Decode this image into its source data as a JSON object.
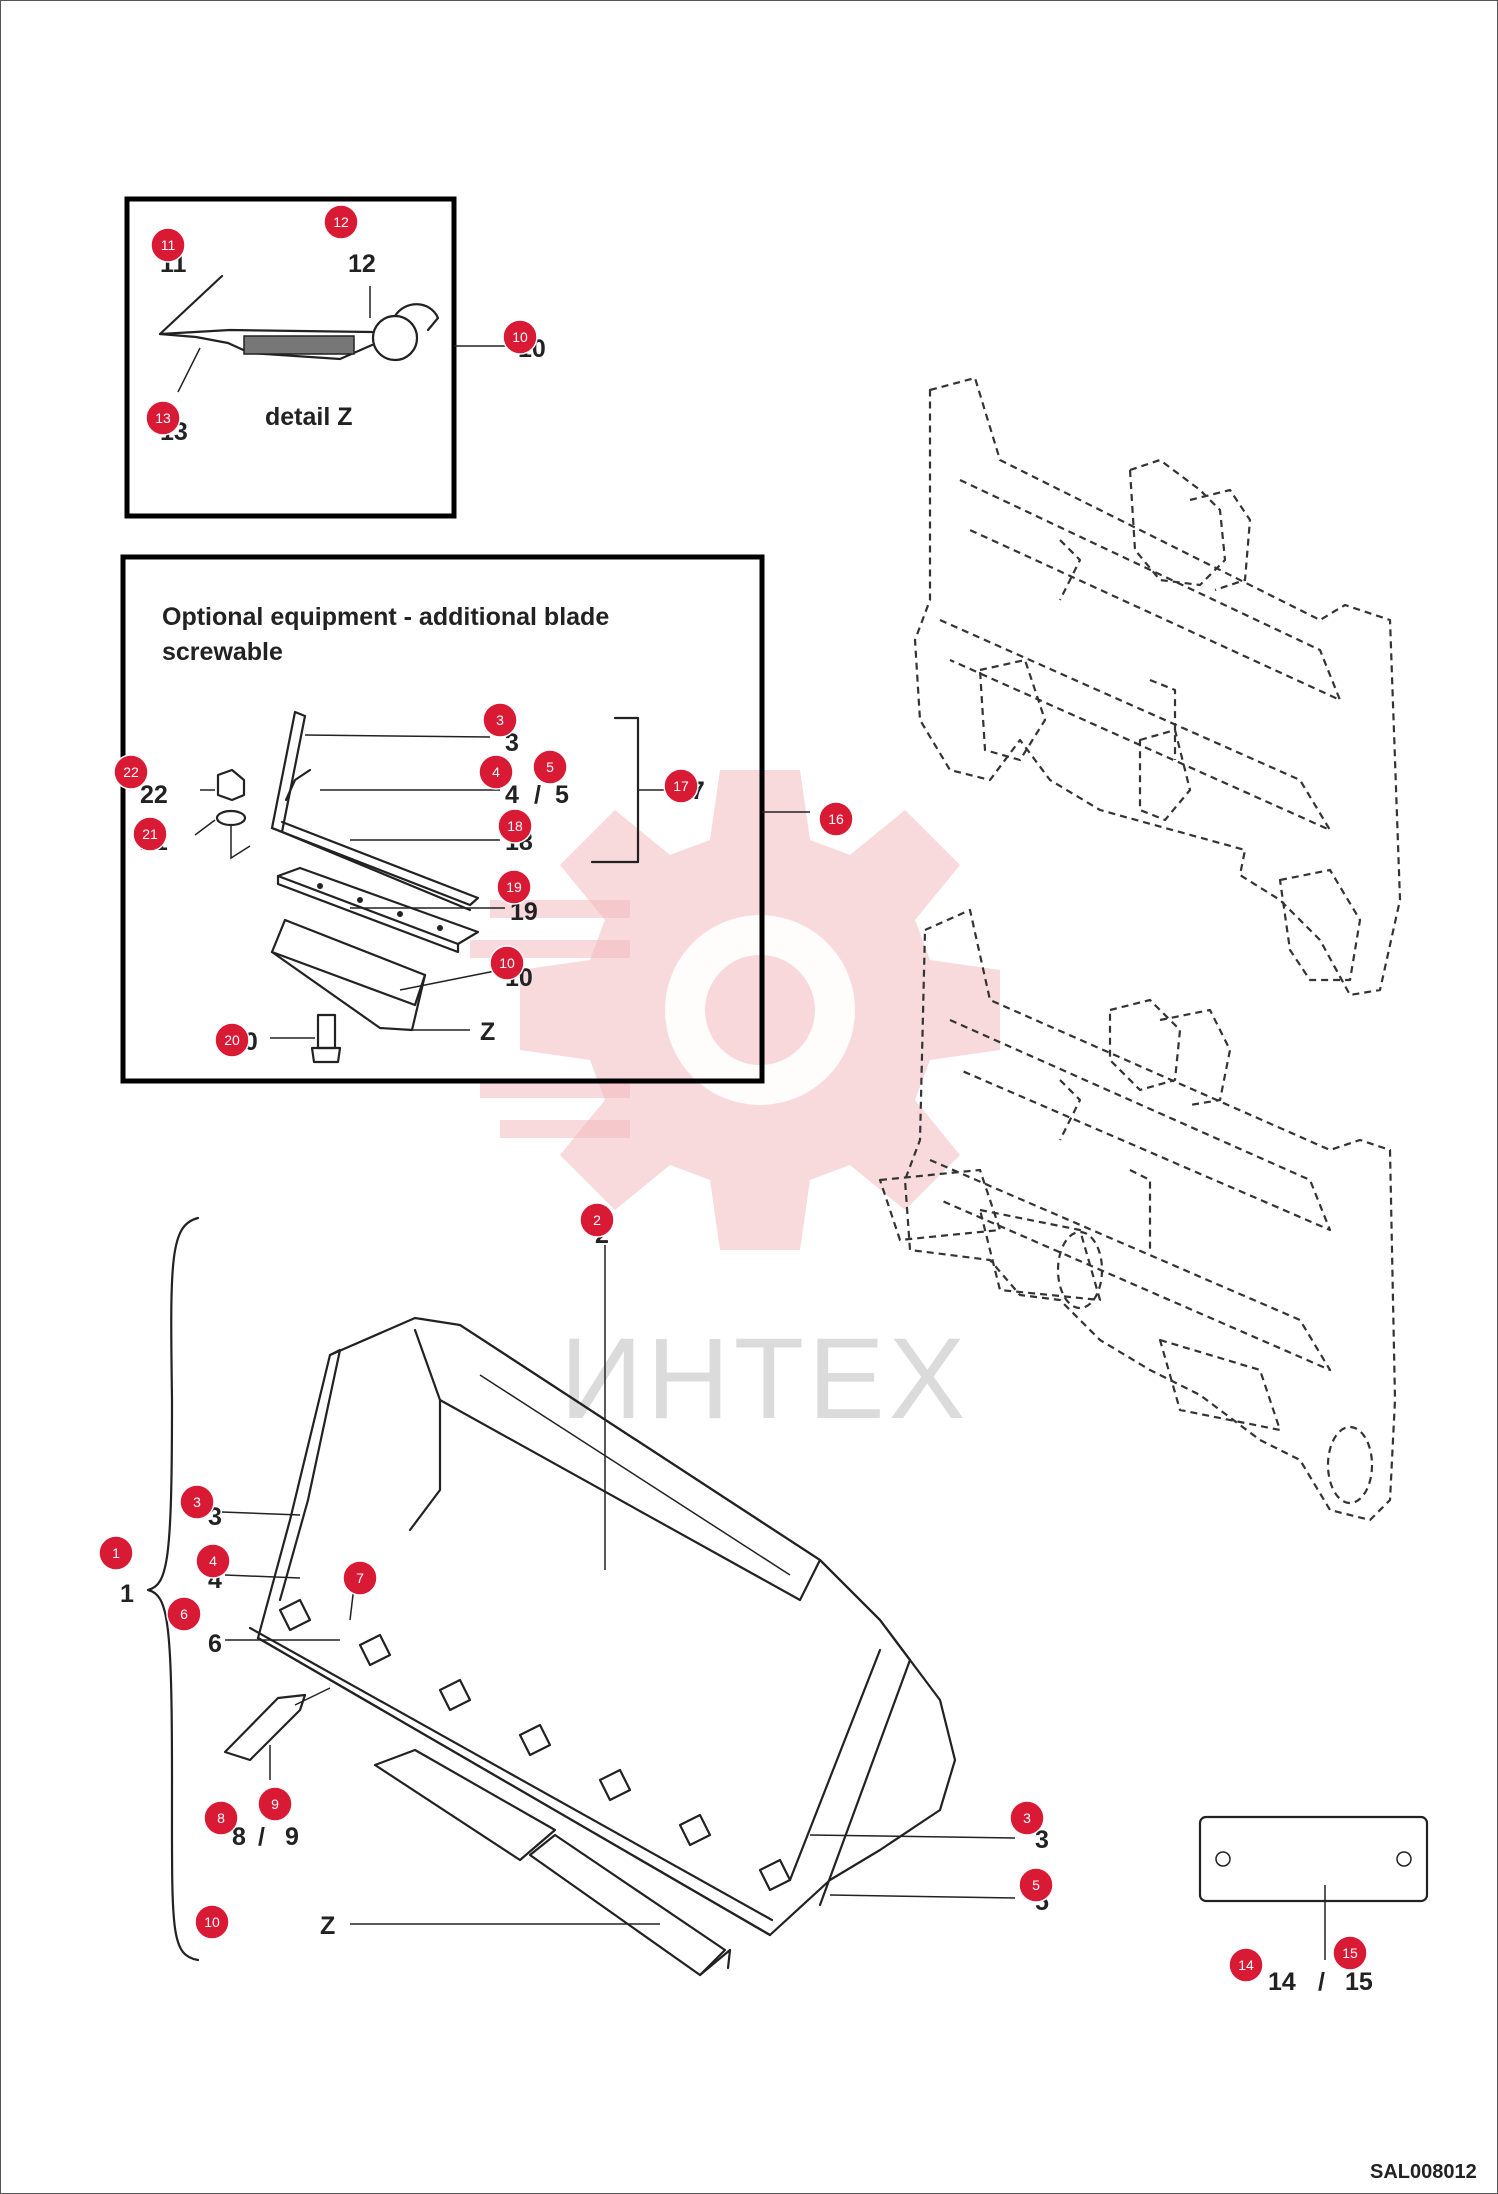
{
  "detail_box": {
    "caption": "detail Z",
    "labels": {
      "l11": "11",
      "l12": "12",
      "l13": "13",
      "l10": "10"
    }
  },
  "option_box": {
    "title_line1": "Optional equipment - additional blade",
    "title_line2": "screwable",
    "labels": {
      "l3": "3",
      "l4": "4",
      "l5": "5",
      "sep": "/",
      "l17": "17",
      "l18": "18",
      "l19": "19",
      "l10": "10",
      "lz": "Z",
      "l20": "20",
      "l21": "21",
      "l22": "22",
      "l16": "16"
    }
  },
  "bucket": {
    "labels": {
      "l1": "1",
      "l2": "2",
      "l3a": "3",
      "l3b": "3",
      "l4": "4",
      "l5": "5",
      "l6": "6",
      "l7": "7",
      "l8": "8",
      "sep89": "/",
      "l9": "9",
      "lz": "Z"
    }
  },
  "plate": {
    "l14": "14",
    "sep": "/",
    "l15": "15"
  },
  "drawing_code": "SAL008012",
  "watermark": "ИНТЕХ",
  "badges": [
    {
      "n": "11"
    },
    {
      "n": "12"
    },
    {
      "n": "10"
    },
    {
      "n": "13"
    },
    {
      "n": "3"
    },
    {
      "n": "4"
    },
    {
      "n": "5"
    },
    {
      "n": "22"
    },
    {
      "n": "17"
    },
    {
      "n": "16"
    },
    {
      "n": "21"
    },
    {
      "n": "18"
    },
    {
      "n": "19"
    },
    {
      "n": "10"
    },
    {
      "n": "20"
    },
    {
      "n": "2"
    },
    {
      "n": "3"
    },
    {
      "n": "1"
    },
    {
      "n": "4"
    },
    {
      "n": "7"
    },
    {
      "n": "6"
    },
    {
      "n": "9"
    },
    {
      "n": "8"
    },
    {
      "n": "3"
    },
    {
      "n": "5"
    },
    {
      "n": "10"
    },
    {
      "n": "14"
    },
    {
      "n": "15"
    }
  ],
  "colors": {
    "badge": "#d91a35",
    "watermark_gear": "#f3b9bf",
    "line": "#222222"
  }
}
